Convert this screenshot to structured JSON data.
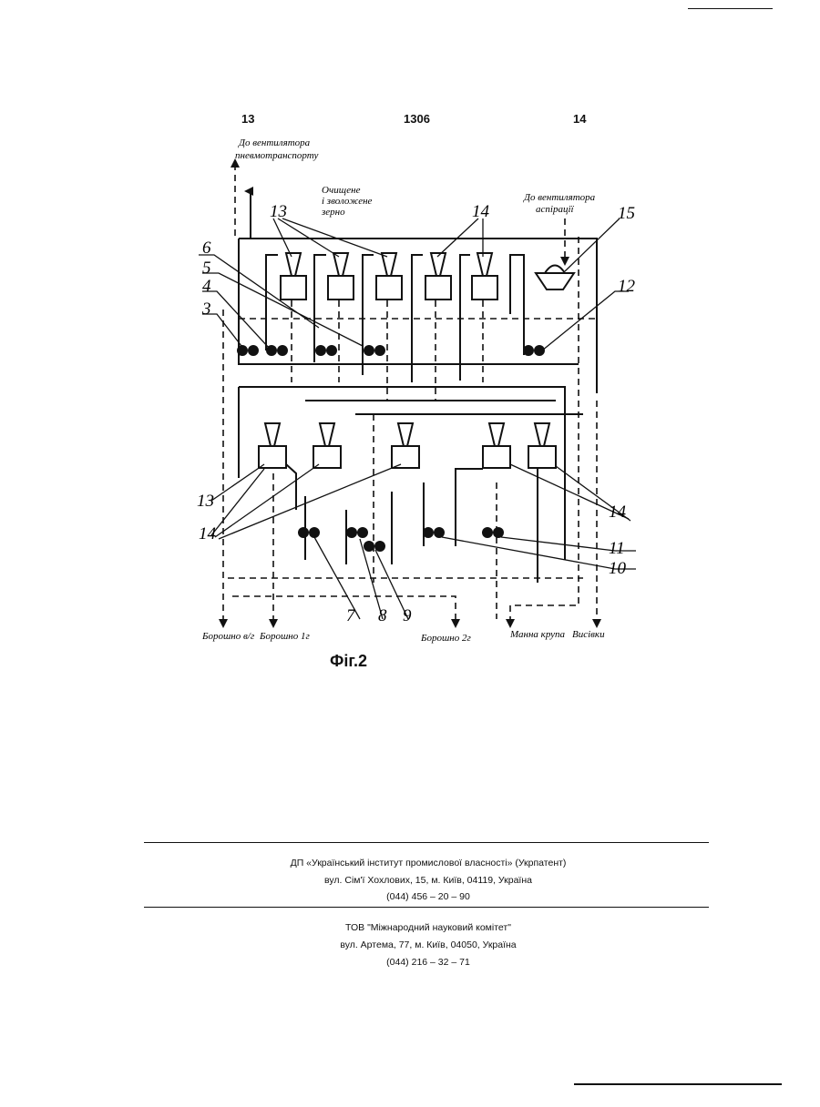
{
  "header": {
    "left": "13",
    "center": "1306",
    "right": "14"
  },
  "diagram": {
    "top_label_1": "До вентилятора",
    "top_label_2": "пневмотранспорту",
    "grain_label_1": "Очищене",
    "grain_label_2": "і зволожене",
    "grain_label_3": "зерно",
    "asp_label_1": "До вентилятора",
    "asp_label_2": "аспірації",
    "callouts": {
      "n3": "3",
      "n4": "4",
      "n5": "5",
      "n6": "6",
      "n7": "7",
      "n8": "8",
      "n9": "9",
      "n10": "10",
      "n11": "11",
      "n12": "12",
      "n13_top": "13",
      "n13_bot": "13",
      "n14_top": "14",
      "n14_left": "14",
      "n14_right": "14",
      "n15": "15"
    },
    "outputs": {
      "o1": "Борошно в/г",
      "o2": "Борошно 1г",
      "o3": "Борошно 2г",
      "o4": "Манна крупа",
      "o5": "Висівки"
    }
  },
  "caption": "Фіг.2",
  "footer": {
    "org1_name": "ДП «Український інститут промислової власності» (Укрпатент)",
    "org1_address": "вул. Сім'ї Хохлових, 15, м. Київ, 04119, Україна",
    "org1_phone": "(044) 456 – 20 –  90",
    "org2_name": "ТОВ \"Міжнародний науковий комітет\"",
    "org2_address": "вул. Артема, 77, м. Київ, 04050, Україна",
    "org2_phone": "(044) 216 – 32 – 71"
  }
}
